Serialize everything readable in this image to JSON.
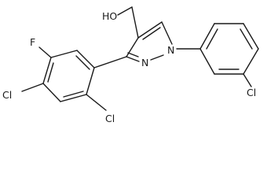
{
  "molecule": {
    "atom_labels": {
      "hydroxyl": "HO",
      "n1": "N",
      "n2": "N",
      "fluorine": "F",
      "chlorine_phenyl_para": "Cl",
      "chlorine_phenyl_ortho": "Cl",
      "chlorine_chlorophenyl_meta": "Cl"
    }
  }
}
